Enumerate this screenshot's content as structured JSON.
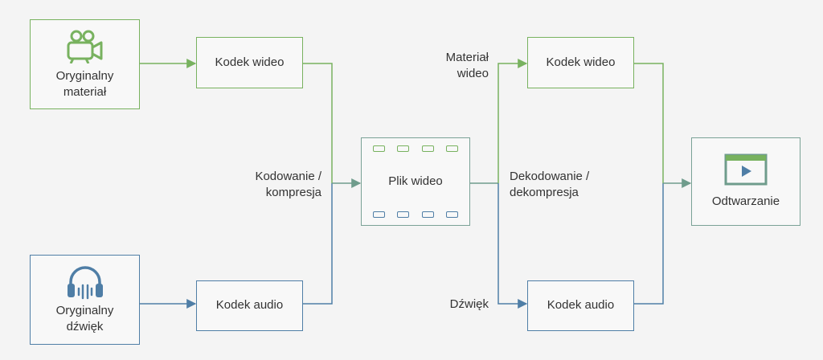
{
  "colors": {
    "green": "#78b25f",
    "blue": "#4f7ea6",
    "teal": "#6f9c8c",
    "text": "#333333",
    "background": "#f4f4f4"
  },
  "nodes": {
    "orig_material": {
      "label_line1": "Oryginalny",
      "label_line2": "materiał",
      "icon": "video-camera-icon"
    },
    "orig_sound": {
      "label_line1": "Oryginalny",
      "label_line2": "dźwięk",
      "icon": "headphones-icon"
    },
    "video_codec_in": {
      "label": "Kodek wideo"
    },
    "audio_codec_in": {
      "label": "Kodek audio"
    },
    "video_file": {
      "label": "Plik wideo",
      "icon": "film-strip-icon"
    },
    "video_codec_out": {
      "label": "Kodek wideo"
    },
    "audio_codec_out": {
      "label": "Kodek audio"
    },
    "playback": {
      "label": "Odtwarzanie",
      "icon": "video-player-icon"
    }
  },
  "edge_labels": {
    "encoding_line1": "Kodowanie /",
    "encoding_line2": "kompresja",
    "decoding_line1": "Dekodowanie /",
    "decoding_line2": "dekompresja",
    "material_line1": "Materiał",
    "material_line2": "wideo",
    "sound": "Dźwięk"
  }
}
